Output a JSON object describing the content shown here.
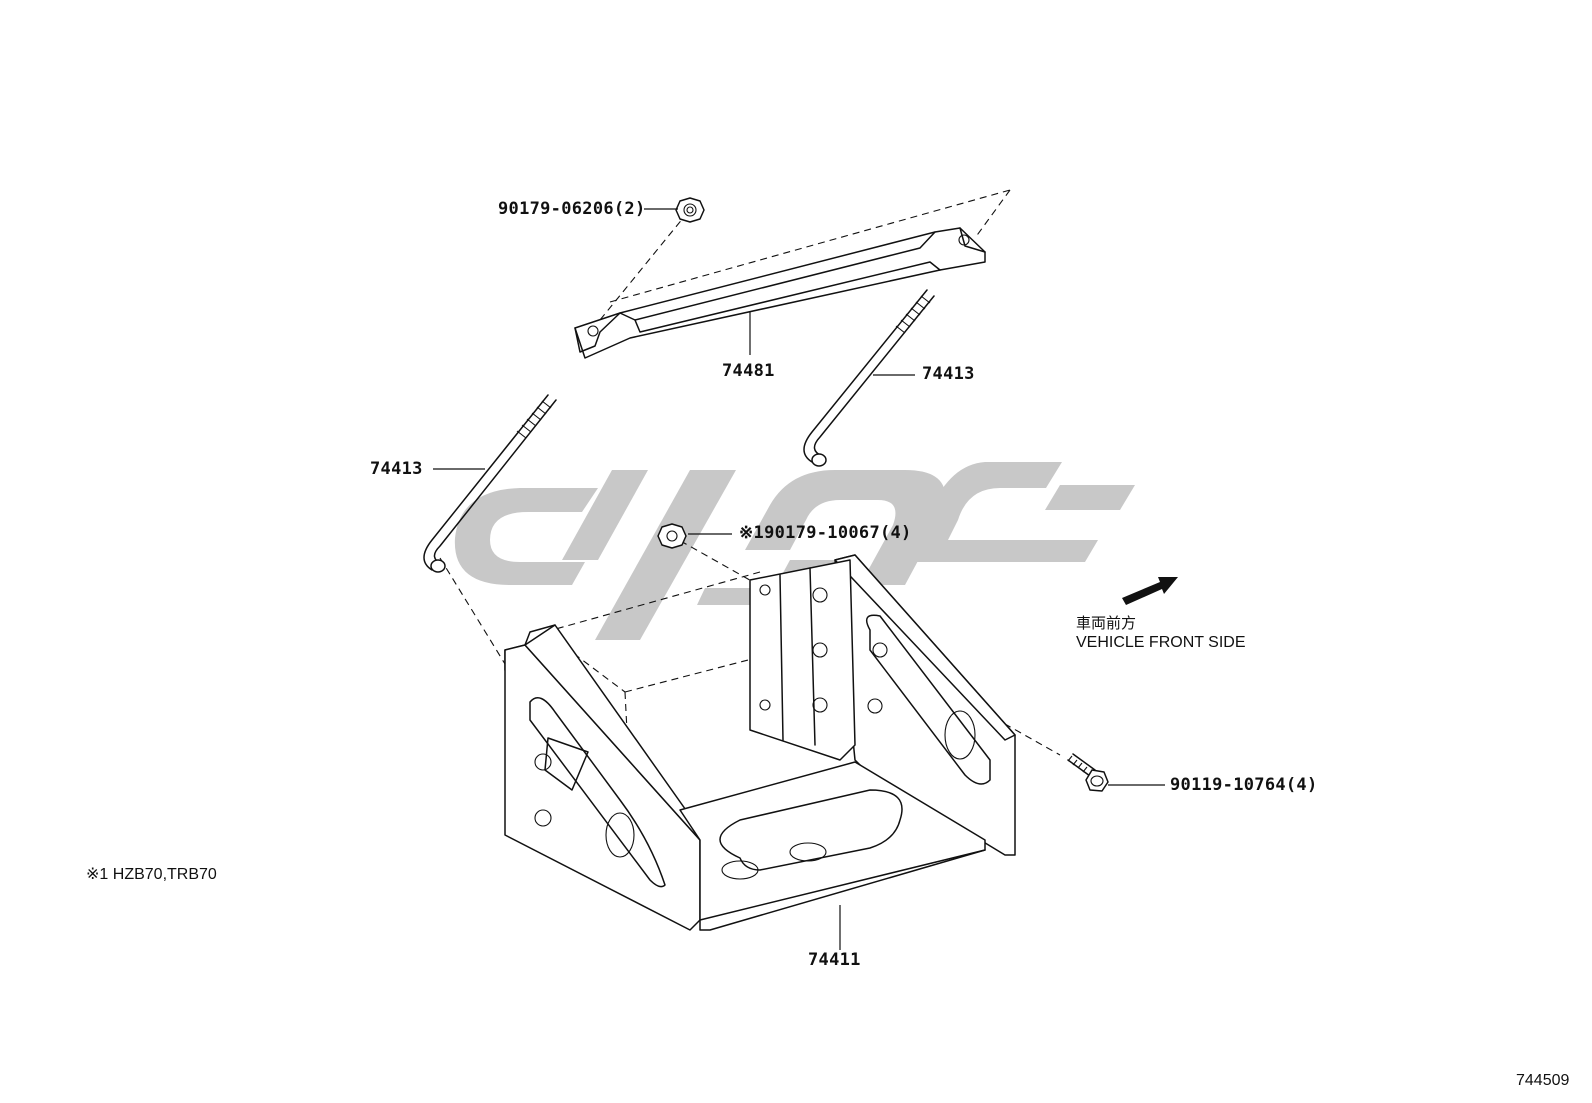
{
  "diagram": {
    "parts": [
      {
        "id": "nut_top",
        "number": "90179-06206",
        "qty": "(2)"
      },
      {
        "id": "clamp",
        "number": "74481"
      },
      {
        "id": "rod_right",
        "number": "74413"
      },
      {
        "id": "rod_left",
        "number": "74413"
      },
      {
        "id": "nut_mid",
        "mark": "※1",
        "number": "90179-10067",
        "qty": "(4)"
      },
      {
        "id": "bolt",
        "number": "90119-10764",
        "qty": "(4)"
      },
      {
        "id": "tray",
        "number": "74411"
      }
    ],
    "direction": {
      "label_jp": "車両前方",
      "label_en": "VEHICLE FRONT SIDE"
    },
    "footnote": {
      "mark": "※1",
      "text": "HZB70,TRB70"
    },
    "figure_number": "744509"
  }
}
